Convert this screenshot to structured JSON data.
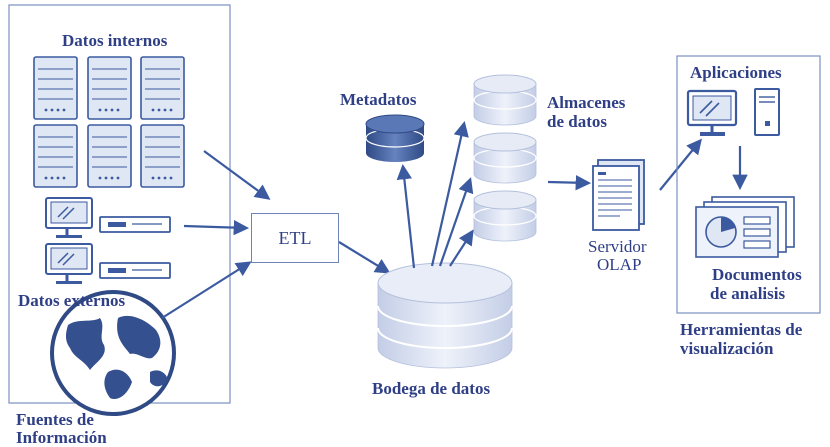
{
  "sources": {
    "internal_label": "Datos internos",
    "external_label": "Datos externos",
    "group_label_line1": "Fuentes de",
    "group_label_line2": "Información"
  },
  "etl": {
    "label": "ETL"
  },
  "metadata": {
    "label": "Metadatos"
  },
  "warehouse": {
    "label": "Bodega de datos"
  },
  "datamarts": {
    "label_line1": "Almacenes",
    "label_line2": "de  datos"
  },
  "olap": {
    "label_line1": "Servidor",
    "label_line2": "OLAP"
  },
  "tools": {
    "applications_label": "Aplicaciones",
    "documents_line1": "Documentos",
    "documents_line2": "de analisis",
    "group_label_line1": "Herramientas de",
    "group_label_line2": "visualización"
  },
  "colors": {
    "text": "#2f3f86",
    "line": "#3b5aa0",
    "frame": "#7a90c2",
    "cylinder_light": "#d4dcee",
    "cylinder_dark": "#44619e"
  }
}
